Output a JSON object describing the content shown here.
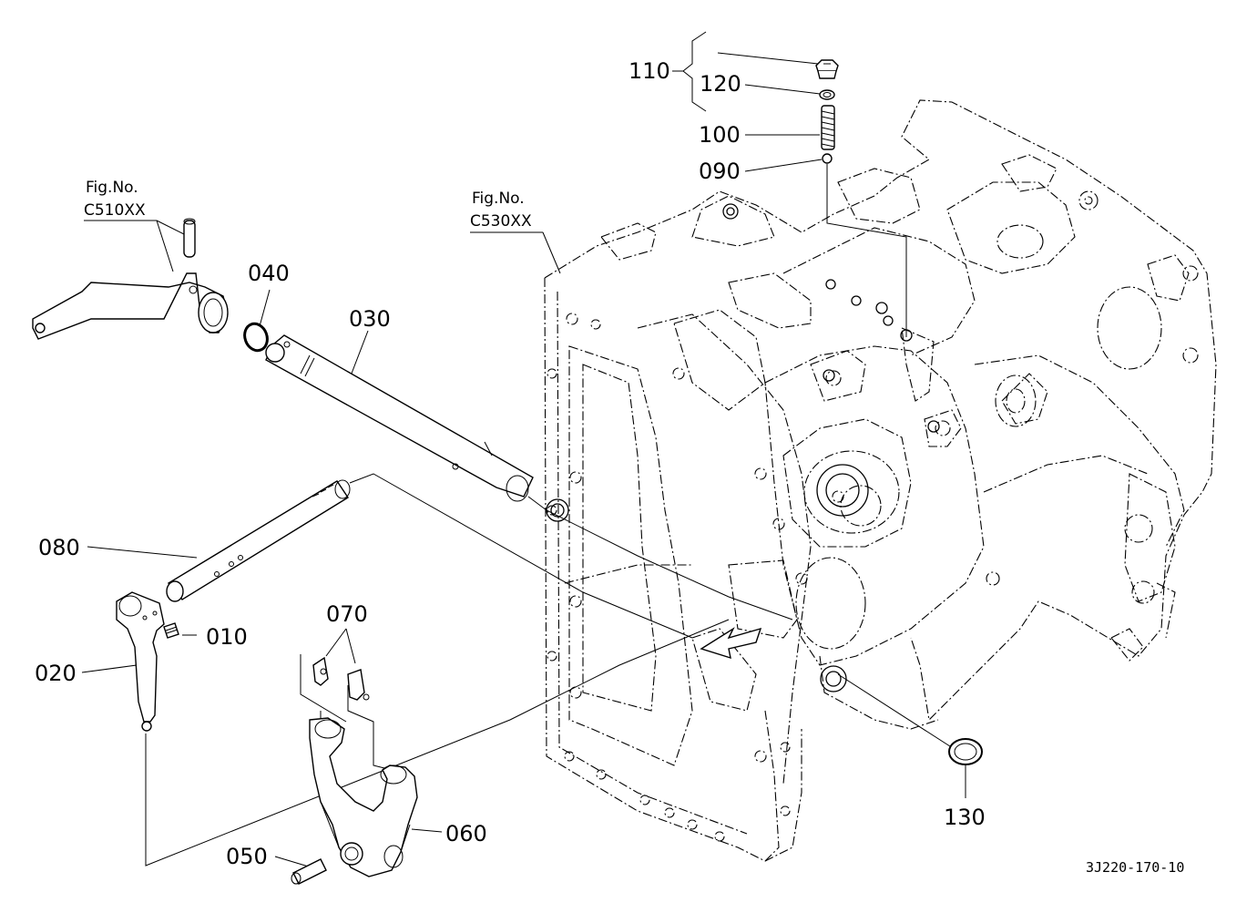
{
  "figure_code": "3J220-170-10",
  "references": [
    {
      "fig_label": "Fig.No.",
      "fig_code": "C510XX"
    },
    {
      "fig_label": "Fig.No.",
      "fig_code": "C530XX"
    }
  ],
  "parts": [
    "110",
    "120",
    "100",
    "090",
    "040",
    "030",
    "080",
    "010",
    "020",
    "070",
    "060",
    "050",
    "130"
  ]
}
